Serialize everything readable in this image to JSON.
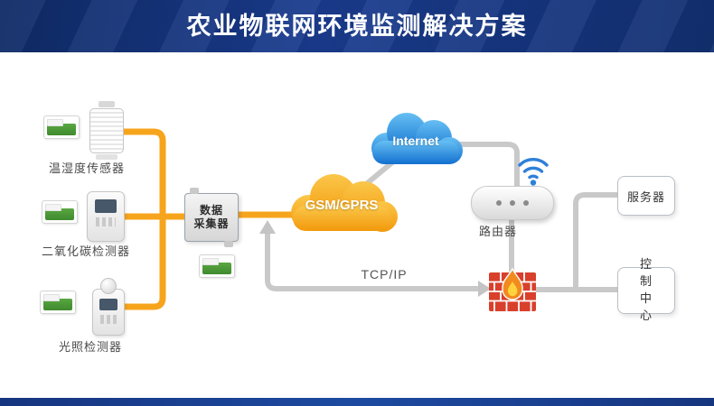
{
  "title": "农业物联网环境监测解决方案",
  "colors": {
    "header_blue": "#14337E",
    "accent_orange": "#F7A41D",
    "line_gray": "#C9C9C9",
    "internet_cloud_blue": "#1270CF",
    "gsm_cloud_orange": "#F39A0C",
    "firewall_red": "#D8402C",
    "wifi_blue": "#2F80D9"
  },
  "devices": {
    "sensor_temp_humidity": "温湿度传感器",
    "sensor_co2": "二氧化碳检测器",
    "sensor_light": "光照检测器",
    "collector_line1": "数据",
    "collector_line2": "采集器",
    "router": "路由器",
    "server": "服务器",
    "control_center": "控制中心"
  },
  "network": {
    "gsm_cloud": "GSM/GPRS",
    "internet_cloud": "Internet",
    "protocol": "TCP/IP"
  }
}
